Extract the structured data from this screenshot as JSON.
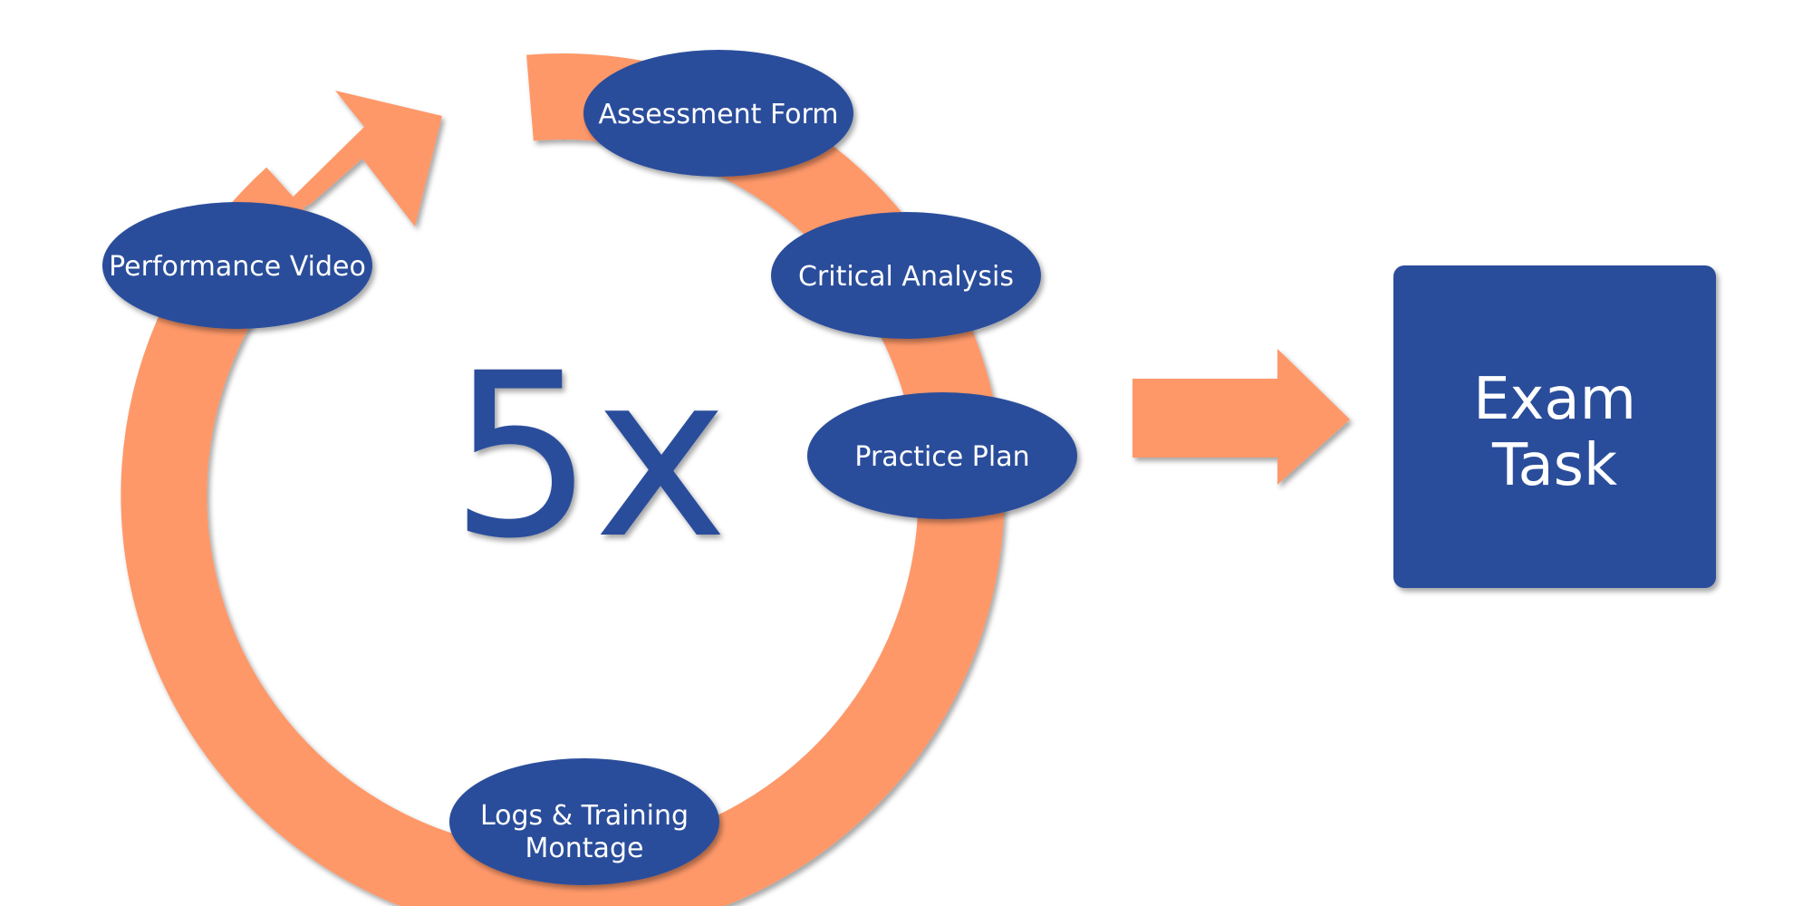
{
  "colors": {
    "cycle_arrow": "#FE9869",
    "node_fill": "#2A4D9B",
    "center_text": "#2A4D9B",
    "node_text": "#FFFFFF",
    "background": "#FFFFFF"
  },
  "cycle": {
    "center_label": "5x",
    "nodes": [
      {
        "id": "assessment-form",
        "lines": [
          "Assessment Form"
        ]
      },
      {
        "id": "critical-analysis",
        "lines": [
          "Critical Analysis"
        ]
      },
      {
        "id": "practice-plan",
        "lines": [
          "Practice Plan"
        ]
      },
      {
        "id": "logs-training-montage",
        "lines": [
          "Logs & Training",
          "Montage"
        ]
      },
      {
        "id": "performance-video",
        "lines": [
          "Performance Video"
        ]
      }
    ]
  },
  "outcome": {
    "lines": [
      "Exam",
      "Task"
    ]
  }
}
